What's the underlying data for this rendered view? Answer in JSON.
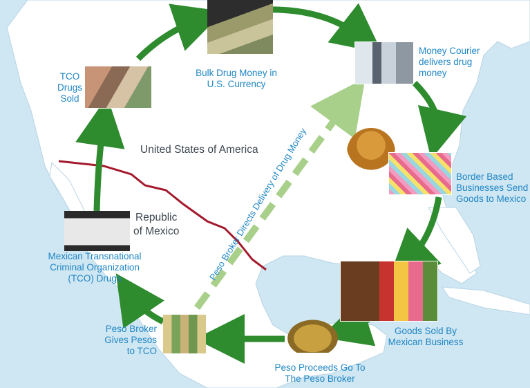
{
  "labels": {
    "bulk_money": "Bulk Drug Money in U.S. Currency",
    "courier": "Money Courier delivers drug money",
    "border": "Border Based Businesses Send Goods to Mexico",
    "goods_sold": "Goods Sold By Mexican Business",
    "proceeds": "Peso Proceeds Go To The Peso Broker",
    "broker_gives": "Peso Broker Gives Pesos to TCO",
    "tco_drugs": "Mexican Transnational Criminal Organization (TCO) Drugs",
    "tco_sold": "TCO Drugs Sold",
    "diagonal": "Peso Broker Directs Delivery of Drug Money"
  },
  "countries": {
    "usa": "United States of America",
    "mexico_line1": "Republic",
    "mexico_line2": "of Mexico"
  },
  "colors": {
    "ocean": "#cfe6f3",
    "land": "#ffffff",
    "cycle_arrow": "#2e8b2e",
    "dashed_arrow": "#a8d08a",
    "border_line": "#a31a2c",
    "label_text": "#1f86c4"
  }
}
